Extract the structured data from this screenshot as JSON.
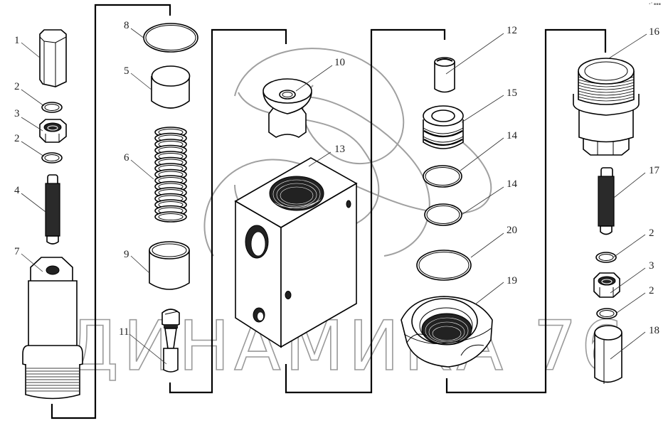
{
  "diagram": {
    "title": "Exploded view parts diagram",
    "watermark": "ДИНАМИКА 76",
    "corner_mark": "•° ▪▪▪",
    "callouts": [
      {
        "id": "c1",
        "label": "1",
        "part": "hex-cap"
      },
      {
        "id": "c2a",
        "label": "2",
        "part": "washer"
      },
      {
        "id": "c3a",
        "label": "3",
        "part": "nut"
      },
      {
        "id": "c2b",
        "label": "2",
        "part": "washer"
      },
      {
        "id": "c4",
        "label": "4",
        "part": "threaded-stud"
      },
      {
        "id": "c7",
        "label": "7",
        "part": "valve-body"
      },
      {
        "id": "c8",
        "label": "8",
        "part": "o-ring"
      },
      {
        "id": "c5",
        "label": "5",
        "part": "cup"
      },
      {
        "id": "c6",
        "label": "6",
        "part": "spring"
      },
      {
        "id": "c9",
        "label": "9",
        "part": "sleeve"
      },
      {
        "id": "c11",
        "label": "11",
        "part": "plunger"
      },
      {
        "id": "c10",
        "label": "10",
        "part": "seat-fitting"
      },
      {
        "id": "c13",
        "label": "13",
        "part": "housing-block"
      },
      {
        "id": "c12",
        "label": "12",
        "part": "pin"
      },
      {
        "id": "c15",
        "label": "15",
        "part": "grooved-bushing"
      },
      {
        "id": "c14a",
        "label": "14",
        "part": "o-ring"
      },
      {
        "id": "c14b",
        "label": "14",
        "part": "o-ring"
      },
      {
        "id": "c20",
        "label": "20",
        "part": "o-ring"
      },
      {
        "id": "c19",
        "label": "19",
        "part": "large-nut"
      },
      {
        "id": "c16",
        "label": "16",
        "part": "threaded-plug"
      },
      {
        "id": "c17",
        "label": "17",
        "part": "threaded-stud"
      },
      {
        "id": "c2c",
        "label": "2",
        "part": "washer"
      },
      {
        "id": "c3b",
        "label": "3",
        "part": "nut"
      },
      {
        "id": "c2d",
        "label": "2",
        "part": "washer"
      },
      {
        "id": "c18",
        "label": "18",
        "part": "hex-cap"
      }
    ]
  }
}
